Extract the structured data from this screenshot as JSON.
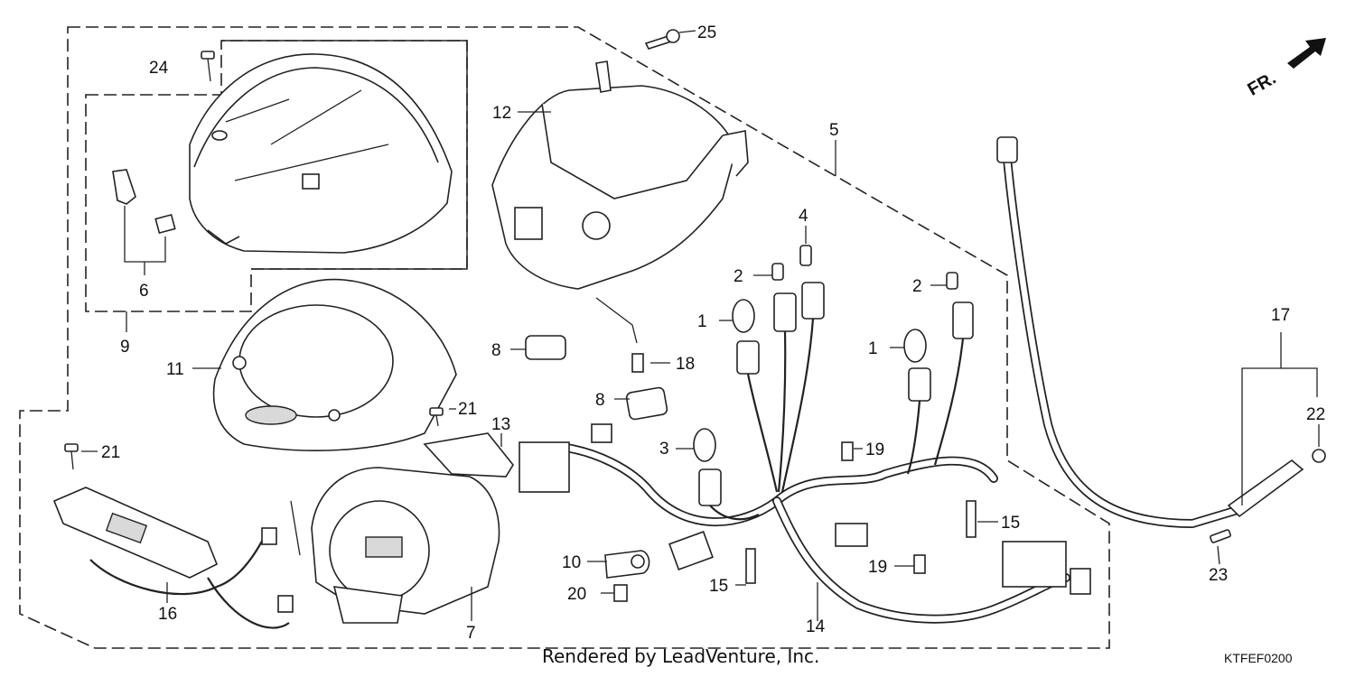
{
  "diagram": {
    "orientation_label": "FR.",
    "footer_credit": "Rendered by LeadVenture, Inc.",
    "diagram_code": "KTFEF0200",
    "callouts": {
      "c1a": "1",
      "c1b": "1",
      "c2a": "2",
      "c2b": "2",
      "c3": "3",
      "c4": "4",
      "c5": "5",
      "c6": "6",
      "c7": "7",
      "c8a": "8",
      "c8b": "8",
      "c9": "9",
      "c10": "10",
      "c11": "11",
      "c12": "12",
      "c13": "13",
      "c14": "14",
      "c15a": "15",
      "c15b": "15",
      "c16": "16",
      "c17": "17",
      "c18": "18",
      "c19a": "19",
      "c19b": "19",
      "c20": "20",
      "c21a": "21",
      "c21b": "21",
      "c22": "22",
      "c23": "23",
      "c24": "24",
      "c25": "25"
    }
  }
}
